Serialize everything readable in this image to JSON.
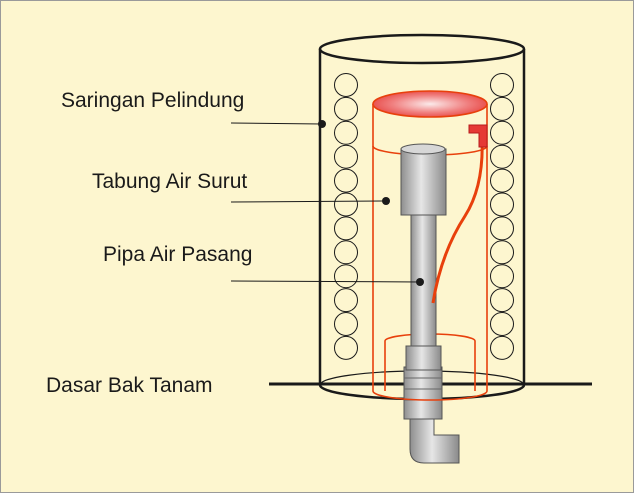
{
  "labels": {
    "saringan_pelindung": "Saringan Pelindung",
    "tabung_air_surut": "Tabung Air Surut",
    "pipa_air_pasang": "Pipa Air Pasang",
    "dasar_bak_tanam": "Dasar Bak Tanam"
  },
  "colors": {
    "background": "#fdf6cf",
    "outline": "#1a1a1a",
    "inner_tube": "#e8400c",
    "inner_tube_top_fill": "#e53935",
    "pipe_gray": "#bdbdbd"
  }
}
